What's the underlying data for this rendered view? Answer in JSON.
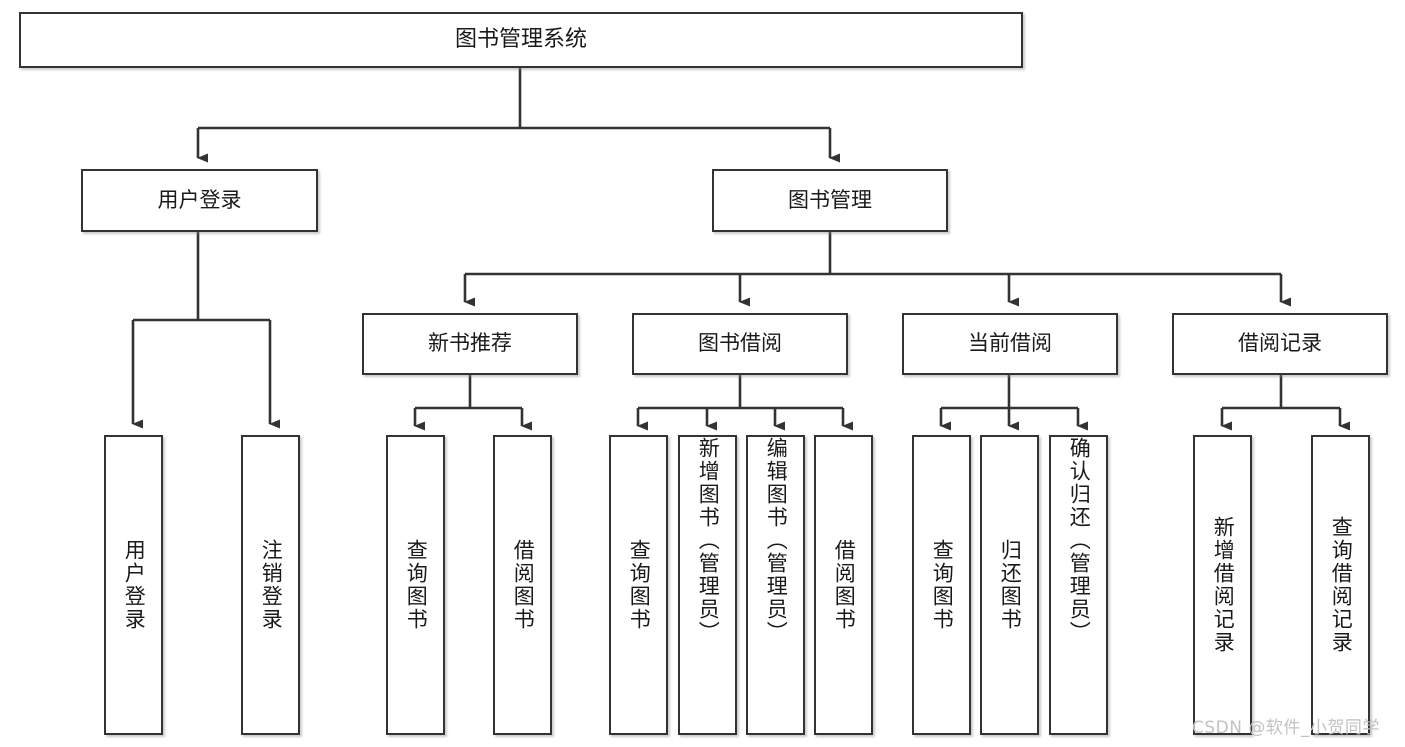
{
  "diagram": {
    "type": "tree-hierarchy",
    "title": "图书管理系统",
    "watermark": "CSDN @软件_小贺同学",
    "colors": {
      "border": "#333333",
      "text": "#1a1a1a",
      "background": "#ffffff",
      "connector": "#333333",
      "watermark": "#c2c2c2"
    },
    "levels": {
      "level1": [
        "图书管理系统"
      ],
      "level2": [
        "用户登录",
        "图书管理"
      ],
      "level3": [
        "新书推荐",
        "图书借阅",
        "当前借阅",
        "借阅记录"
      ],
      "level4": [
        "用户登录",
        "注销登录",
        "查询图书",
        "借阅图书",
        "查询图书",
        "新增图书（管理员）",
        "编辑图书（管理员）",
        "借阅图书",
        "查询图书",
        "归还图书",
        "确认归还（管理员）",
        "新增借阅记录",
        "查询借阅记录"
      ]
    }
  },
  "nodes": {
    "root": {
      "label": "图书管理系统"
    },
    "user_login": {
      "label": "用户登录"
    },
    "book_manage": {
      "label": "图书管理"
    },
    "new_book_rec": {
      "label": "新书推荐"
    },
    "book_borrow": {
      "label": "图书借阅"
    },
    "current_borrow": {
      "label": "当前借阅"
    },
    "borrow_record": {
      "label": "借阅记录"
    },
    "leaf_user_login": {
      "label": "用户登录"
    },
    "leaf_user_logout": {
      "label": "注销登录"
    },
    "leaf_rec_query": {
      "label": "查询图书"
    },
    "leaf_rec_borrow": {
      "label": "借阅图书"
    },
    "leaf_borrow_query": {
      "label": "查询图书"
    },
    "leaf_borrow_add": {
      "label": "新增图书（管理员）"
    },
    "leaf_borrow_edit": {
      "label": "编辑图书（管理员）"
    },
    "leaf_borrow_do": {
      "label": "借阅图书"
    },
    "leaf_cur_query": {
      "label": "查询图书"
    },
    "leaf_cur_return": {
      "label": "归还图书"
    },
    "leaf_cur_confirm": {
      "label": "确认归还（管理员）"
    },
    "leaf_rec_add": {
      "label": "新增借阅记录"
    },
    "leaf_rec_search": {
      "label": "查询借阅记录"
    }
  },
  "footer": {
    "watermark": "CSDN @软件_小贺同学"
  }
}
